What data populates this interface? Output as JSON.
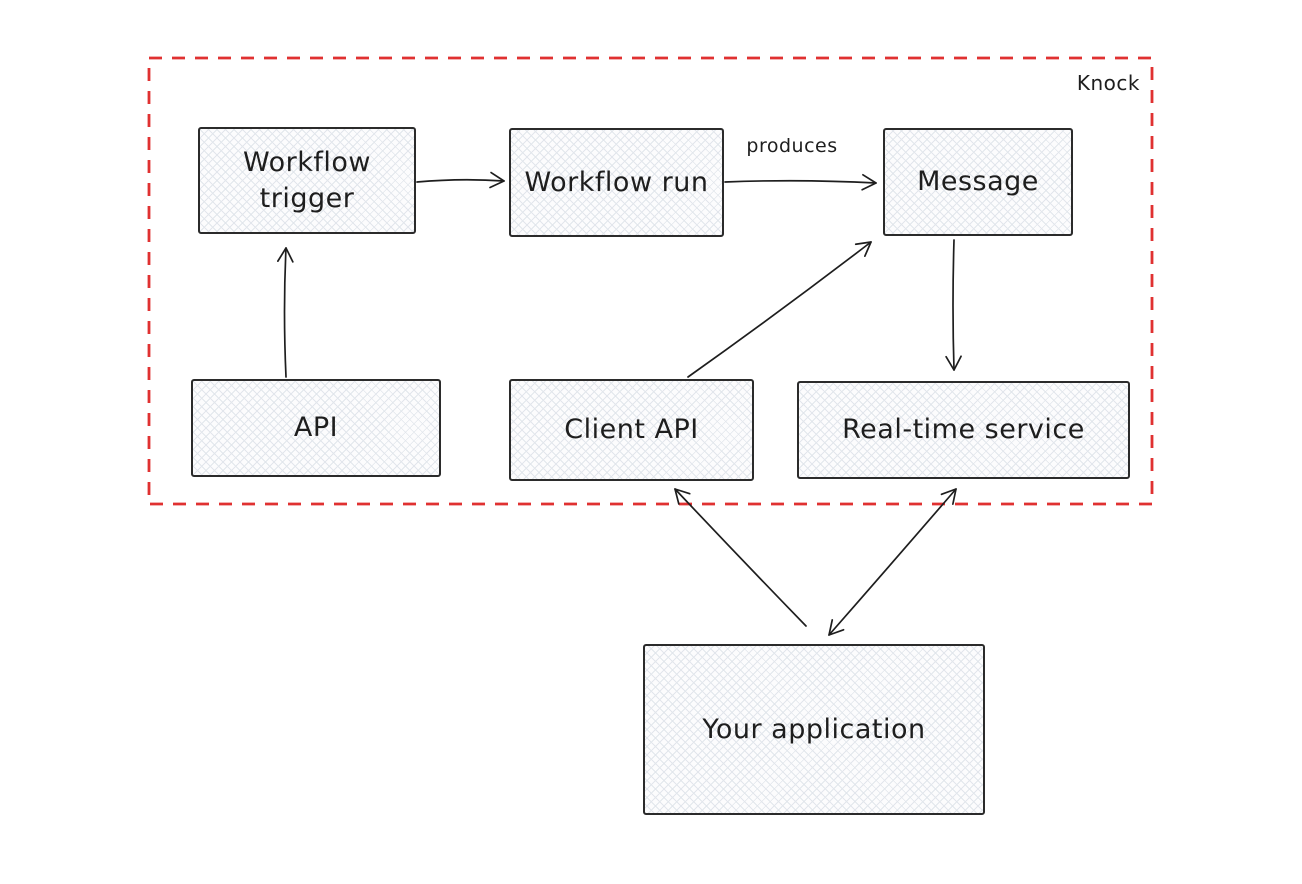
{
  "boundary": {
    "label": "Knock",
    "color": "#e03131",
    "style": "dashed"
  },
  "nodes": {
    "workflow_trigger": {
      "label": "Workflow trigger"
    },
    "workflow_run": {
      "label": "Workflow run"
    },
    "message": {
      "label": "Message"
    },
    "api": {
      "label": "API"
    },
    "client_api": {
      "label": "Client API"
    },
    "real_time_service": {
      "label": "Real-time service"
    },
    "your_application": {
      "label": "Your application"
    }
  },
  "edges": [
    {
      "from": "API",
      "to": "Workflow trigger",
      "label": "",
      "arrows": "one-way"
    },
    {
      "from": "Workflow trigger",
      "to": "Workflow run",
      "label": "",
      "arrows": "one-way"
    },
    {
      "from": "Workflow run",
      "to": "Message",
      "label": "produces",
      "arrows": "one-way"
    },
    {
      "from": "Client API",
      "to": "Message",
      "label": "",
      "arrows": "one-way"
    },
    {
      "from": "Message",
      "to": "Real-time service",
      "label": "",
      "arrows": "one-way"
    },
    {
      "from": "Your application",
      "to": "Client API",
      "label": "",
      "arrows": "one-way"
    },
    {
      "from": "Your application",
      "to": "Real-time service",
      "label": "",
      "arrows": "two-way"
    }
  ],
  "colors": {
    "boundary_red": "#e03131",
    "node_stroke": "#2b2b2b",
    "arrow_stroke": "#1e1e1e",
    "node_fill": "#fcfcfd",
    "hatch_line": "#e2e6ec"
  }
}
